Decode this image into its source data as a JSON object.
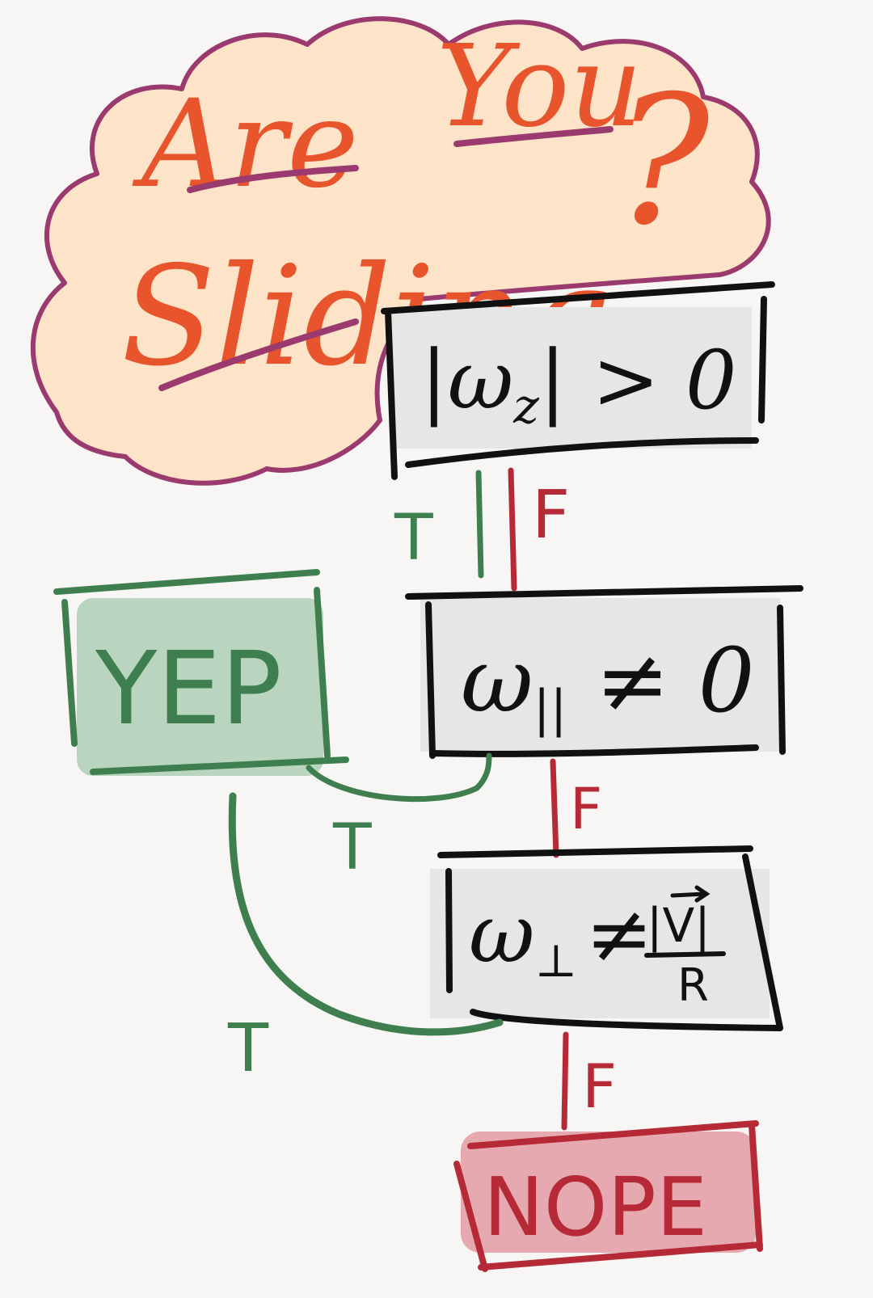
{
  "title": {
    "line1_word1": "Are",
    "line1_word2": "You",
    "line2": "Sliding",
    "punct": "?"
  },
  "nodes": {
    "cond1": {
      "lhs": "|ω",
      "sub": "z",
      "rhs": "| > 0"
    },
    "cond2": {
      "lhs": "ω",
      "sub": "||",
      "rhs": " ≠ 0"
    },
    "cond3": {
      "lhs": "ω",
      "sub": "⊥",
      "op": "≠",
      "num": "|V|",
      "den": "R"
    },
    "yes": "YEP",
    "no": "NOPE"
  },
  "edges": {
    "c1_true": "T",
    "c1_false": "F",
    "c2_true": "T",
    "c2_false": "F",
    "c3_true": "T",
    "c3_false": "F"
  },
  "colors": {
    "title_text": "#e8552d",
    "cloud_stroke": "#9b3a6e",
    "cloud_fill": "#fde3c8",
    "true_edge": "#3f7f4f",
    "false_edge": "#b52a36",
    "box_stroke": "#111111",
    "box_fill": "#e6e6e6",
    "yep_fill": "#b9d4bf",
    "nope_fill": "#e6a9b0"
  }
}
